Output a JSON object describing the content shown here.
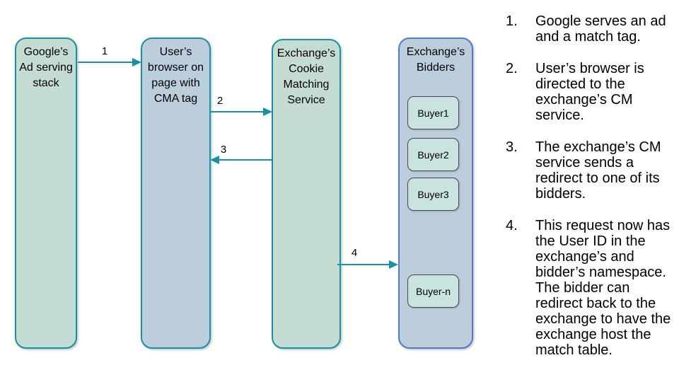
{
  "diagram": {
    "nodes": [
      {
        "id": "google-ad-stack",
        "label": "Google’s Ad serving stack"
      },
      {
        "id": "user-browser",
        "label": "User’s browser on page with CMA tag"
      },
      {
        "id": "exchange-cm",
        "label": "Exchange’s Cookie Matching Service"
      },
      {
        "id": "exchange-bidders",
        "label": "Exchange’s Bidders",
        "buyers": [
          "Buyer1",
          "Buyer2",
          "Buyer3",
          "Buyer-n"
        ]
      }
    ],
    "arrows": [
      {
        "label": "1",
        "from": "google-ad-stack",
        "to": "user-browser",
        "direction": "right"
      },
      {
        "label": "2",
        "from": "user-browser",
        "to": "exchange-cm",
        "direction": "right"
      },
      {
        "label": "3",
        "from": "exchange-cm",
        "to": "user-browser",
        "direction": "left"
      },
      {
        "label": "4",
        "from": "exchange-cm",
        "to": "exchange-bidders",
        "direction": "right"
      }
    ]
  },
  "steps": {
    "items": [
      {
        "num": "1.",
        "text": "Google serves an ad and a match tag."
      },
      {
        "num": "2.",
        "text": "User’s browser is directed to the exchange’s CM service."
      },
      {
        "num": "3.",
        "text": "The exchange’s CM service sends a redirect to one of its bidders."
      },
      {
        "num": "4.",
        "text": "This request now has the User ID in the exchange’s and bidder’s namespace. The bidder can redirect back to the exchange to have the exchange host the match table."
      }
    ]
  },
  "colors": {
    "teal_border_arrow": "#1792a4",
    "green_fill": "#c5dcd2",
    "blue_fill": "#bccddc",
    "bidders_border": "#4d7ec4",
    "buyer_fill": "#c9e3e0",
    "buyer_border": "#4a4a4a",
    "text": "#000000",
    "background": "#ffffff"
  }
}
